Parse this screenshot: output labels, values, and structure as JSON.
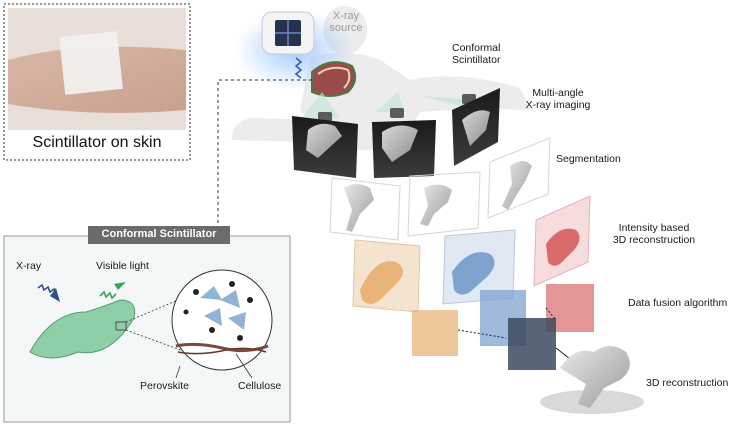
{
  "photo": {
    "caption": "Scintillator on skin"
  },
  "source": {
    "line1": "X-ray",
    "line2": "source"
  },
  "steps": {
    "conformal": {
      "line1": "Conformal",
      "line2": "Scintillator"
    },
    "multiangle": {
      "line1": "Multi-angle",
      "line2": "X-ray imaging"
    },
    "segmentation": "Segmentation",
    "intensity": {
      "line1": "Intensity based",
      "line2": "3D reconstruction"
    },
    "fusion": "Data fusion algorithm",
    "recon": "3D reconstruction"
  },
  "inset": {
    "title": "Conformal Scintillator",
    "xray": "X-ray",
    "visible": "Visible light",
    "perovskite": "Perovskite",
    "cellulose": "Cellulose"
  },
  "colors": {
    "film": "#8fcfa8",
    "xray_arrow": "#2f4f8a",
    "visible_arrow": "#3aa35a",
    "orange": "#e8b47a",
    "blue": "#7fa3cf",
    "red": "#d86a6a",
    "inset_title_bg": "#6b6b6b"
  }
}
